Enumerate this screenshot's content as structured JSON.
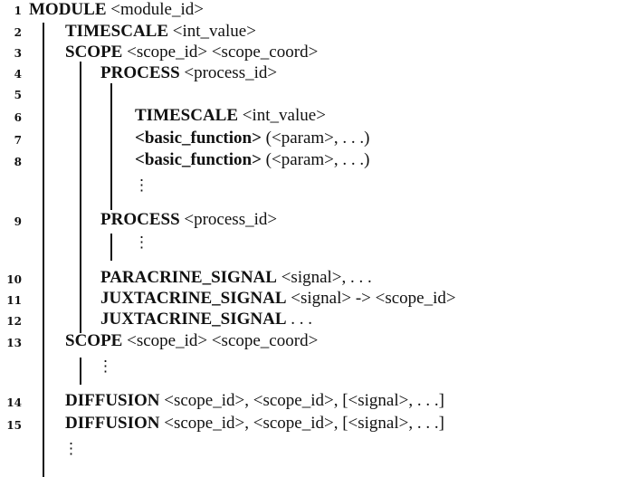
{
  "lines": [
    {
      "num": "1",
      "kw": "MODULE",
      "rest": " <module_id>"
    },
    {
      "num": "2",
      "kw": "TIMESCALE",
      "rest": " <int_value>"
    },
    {
      "num": "3",
      "kw": "SCOPE",
      "rest": " <scope_id> <scope_coord>"
    },
    {
      "num": "4",
      "kw": "PROCESS",
      "rest": " <process_id>"
    },
    {
      "num": "5",
      "kw": "",
      "rest": ""
    },
    {
      "num": "6",
      "kw": "TIMESCALE",
      "rest": " <int_value>"
    },
    {
      "num": "7",
      "kw": "<basic_function>",
      "rest": " (<param>, . . .)"
    },
    {
      "num": "8",
      "kw": "<basic_function>",
      "rest": " (<param>, . . .)"
    },
    {
      "num": "9",
      "kw": "PROCESS",
      "rest": " <process_id>"
    },
    {
      "num": "10",
      "kw": "PARACRINE_SIGNAL",
      "rest": " <signal>, . . ."
    },
    {
      "num": "11",
      "kw": "JUXTACRINE_SIGNAL",
      "rest": " <signal> -> <scope_id>"
    },
    {
      "num": "12",
      "kw": "JUXTACRINE_SIGNAL",
      "rest": " . . ."
    },
    {
      "num": "13",
      "kw": "SCOPE",
      "rest": " <scope_id> <scope_coord>"
    },
    {
      "num": "14",
      "kw": "DIFFUSION",
      "rest": " <scope_id>, <scope_id>, [<signal>, . . .]"
    },
    {
      "num": "15",
      "kw": "DIFFUSION",
      "rest": " <scope_id>, <scope_id>, [<signal>, . . .]"
    }
  ],
  "ellipsis": "⋮"
}
